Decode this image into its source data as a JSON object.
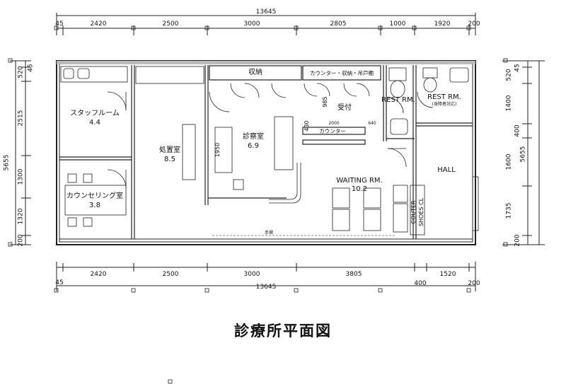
{
  "title": "診療所平面図",
  "dims": {
    "total_top": "13645",
    "total_bottom": "13645",
    "top": [
      "45",
      "2420",
      "2500",
      "3000",
      "2805",
      "1000",
      "1920",
      "200"
    ],
    "bottom": [
      "2420",
      "2500",
      "3000",
      "3805",
      "1520"
    ],
    "bottom_small": [
      "45",
      "400",
      "200"
    ],
    "left": [
      "520",
      "45",
      "2515",
      "1300",
      "1320",
      "200"
    ],
    "left_total": "5655",
    "right": [
      "45",
      "520",
      "1400",
      "400",
      "1600",
      "1735",
      "200"
    ],
    "right_total": "5655"
  },
  "rooms": {
    "staff": {
      "name": "スタッフルーム",
      "area": "4.4"
    },
    "treatment": {
      "name": "処置室",
      "area": "8.5"
    },
    "exam": {
      "name": "診察室",
      "area": "6.9"
    },
    "counseling": {
      "name": "カウンセリング室",
      "area": "3.8"
    },
    "waiting": {
      "name": "WAITING RM.",
      "area": "10.2"
    },
    "hall": {
      "name": "HALL"
    },
    "restroom1": {
      "name": "REST RM."
    },
    "restroom2": {
      "name": "REST RM.",
      "note": "(身障者対応)"
    }
  },
  "labels": {
    "storage": "収納",
    "counter_storage": "カウンター・収納・吊戸棚",
    "reception": "受付",
    "counter": "カウンター",
    "handrail": "手摺",
    "couter": "COUTER",
    "shoes_cl": "SHOES CL",
    "n985": "985",
    "n2000": "2000",
    "n640": "640",
    "n430": "430",
    "n1950": "1950"
  }
}
